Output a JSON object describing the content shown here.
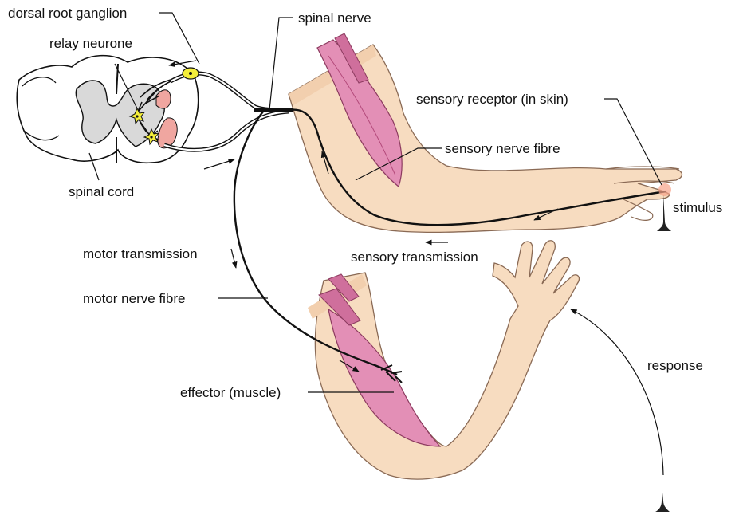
{
  "labels": {
    "dorsal_root_ganglion": "dorsal root ganglion",
    "relay_neurone": "relay neurone",
    "spinal_nerve": "spinal nerve",
    "sensory_receptor": "sensory receptor (in skin)",
    "sensory_nerve_fibre": "sensory nerve fibre",
    "stimulus": "stimulus",
    "sensory_transmission": "sensory transmission",
    "spinal_cord": "spinal cord",
    "motor_transmission": "motor transmission",
    "motor_nerve_fibre": "motor nerve fibre",
    "response": "response",
    "effector": "effector (muscle)"
  },
  "colors": {
    "skin": "#f7dcc0",
    "skin_shade": "#f2cfae",
    "skin_outline": "#8a6a55",
    "muscle": "#e38fb6",
    "muscle_dark": "#cf6f9c",
    "grey_matter": "#d9d9d9",
    "nerve": "#111111",
    "neuron_body": "#f4ee3a",
    "ventral_horn_lobe": "#f0a6a0",
    "stimulus_glow": "#f6a389"
  }
}
